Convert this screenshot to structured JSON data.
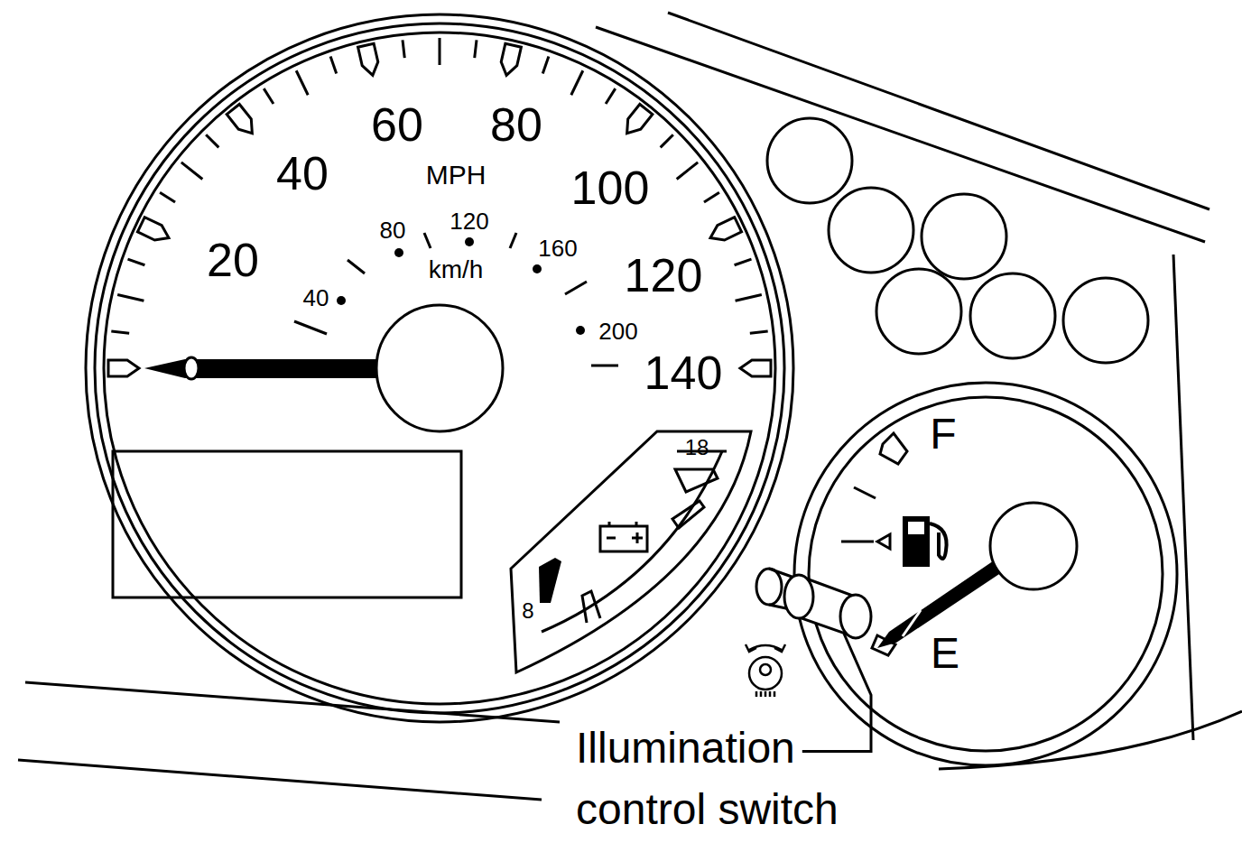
{
  "diagram": {
    "labels": [
      "60",
      "80",
      "40",
      "MPH",
      "100",
      "20",
      "80",
      "120",
      "160",
      "km/h",
      "40",
      "120",
      "200",
      "140",
      "18",
      "8",
      "F",
      "E",
      "Illumination control switch"
    ]
  }
}
